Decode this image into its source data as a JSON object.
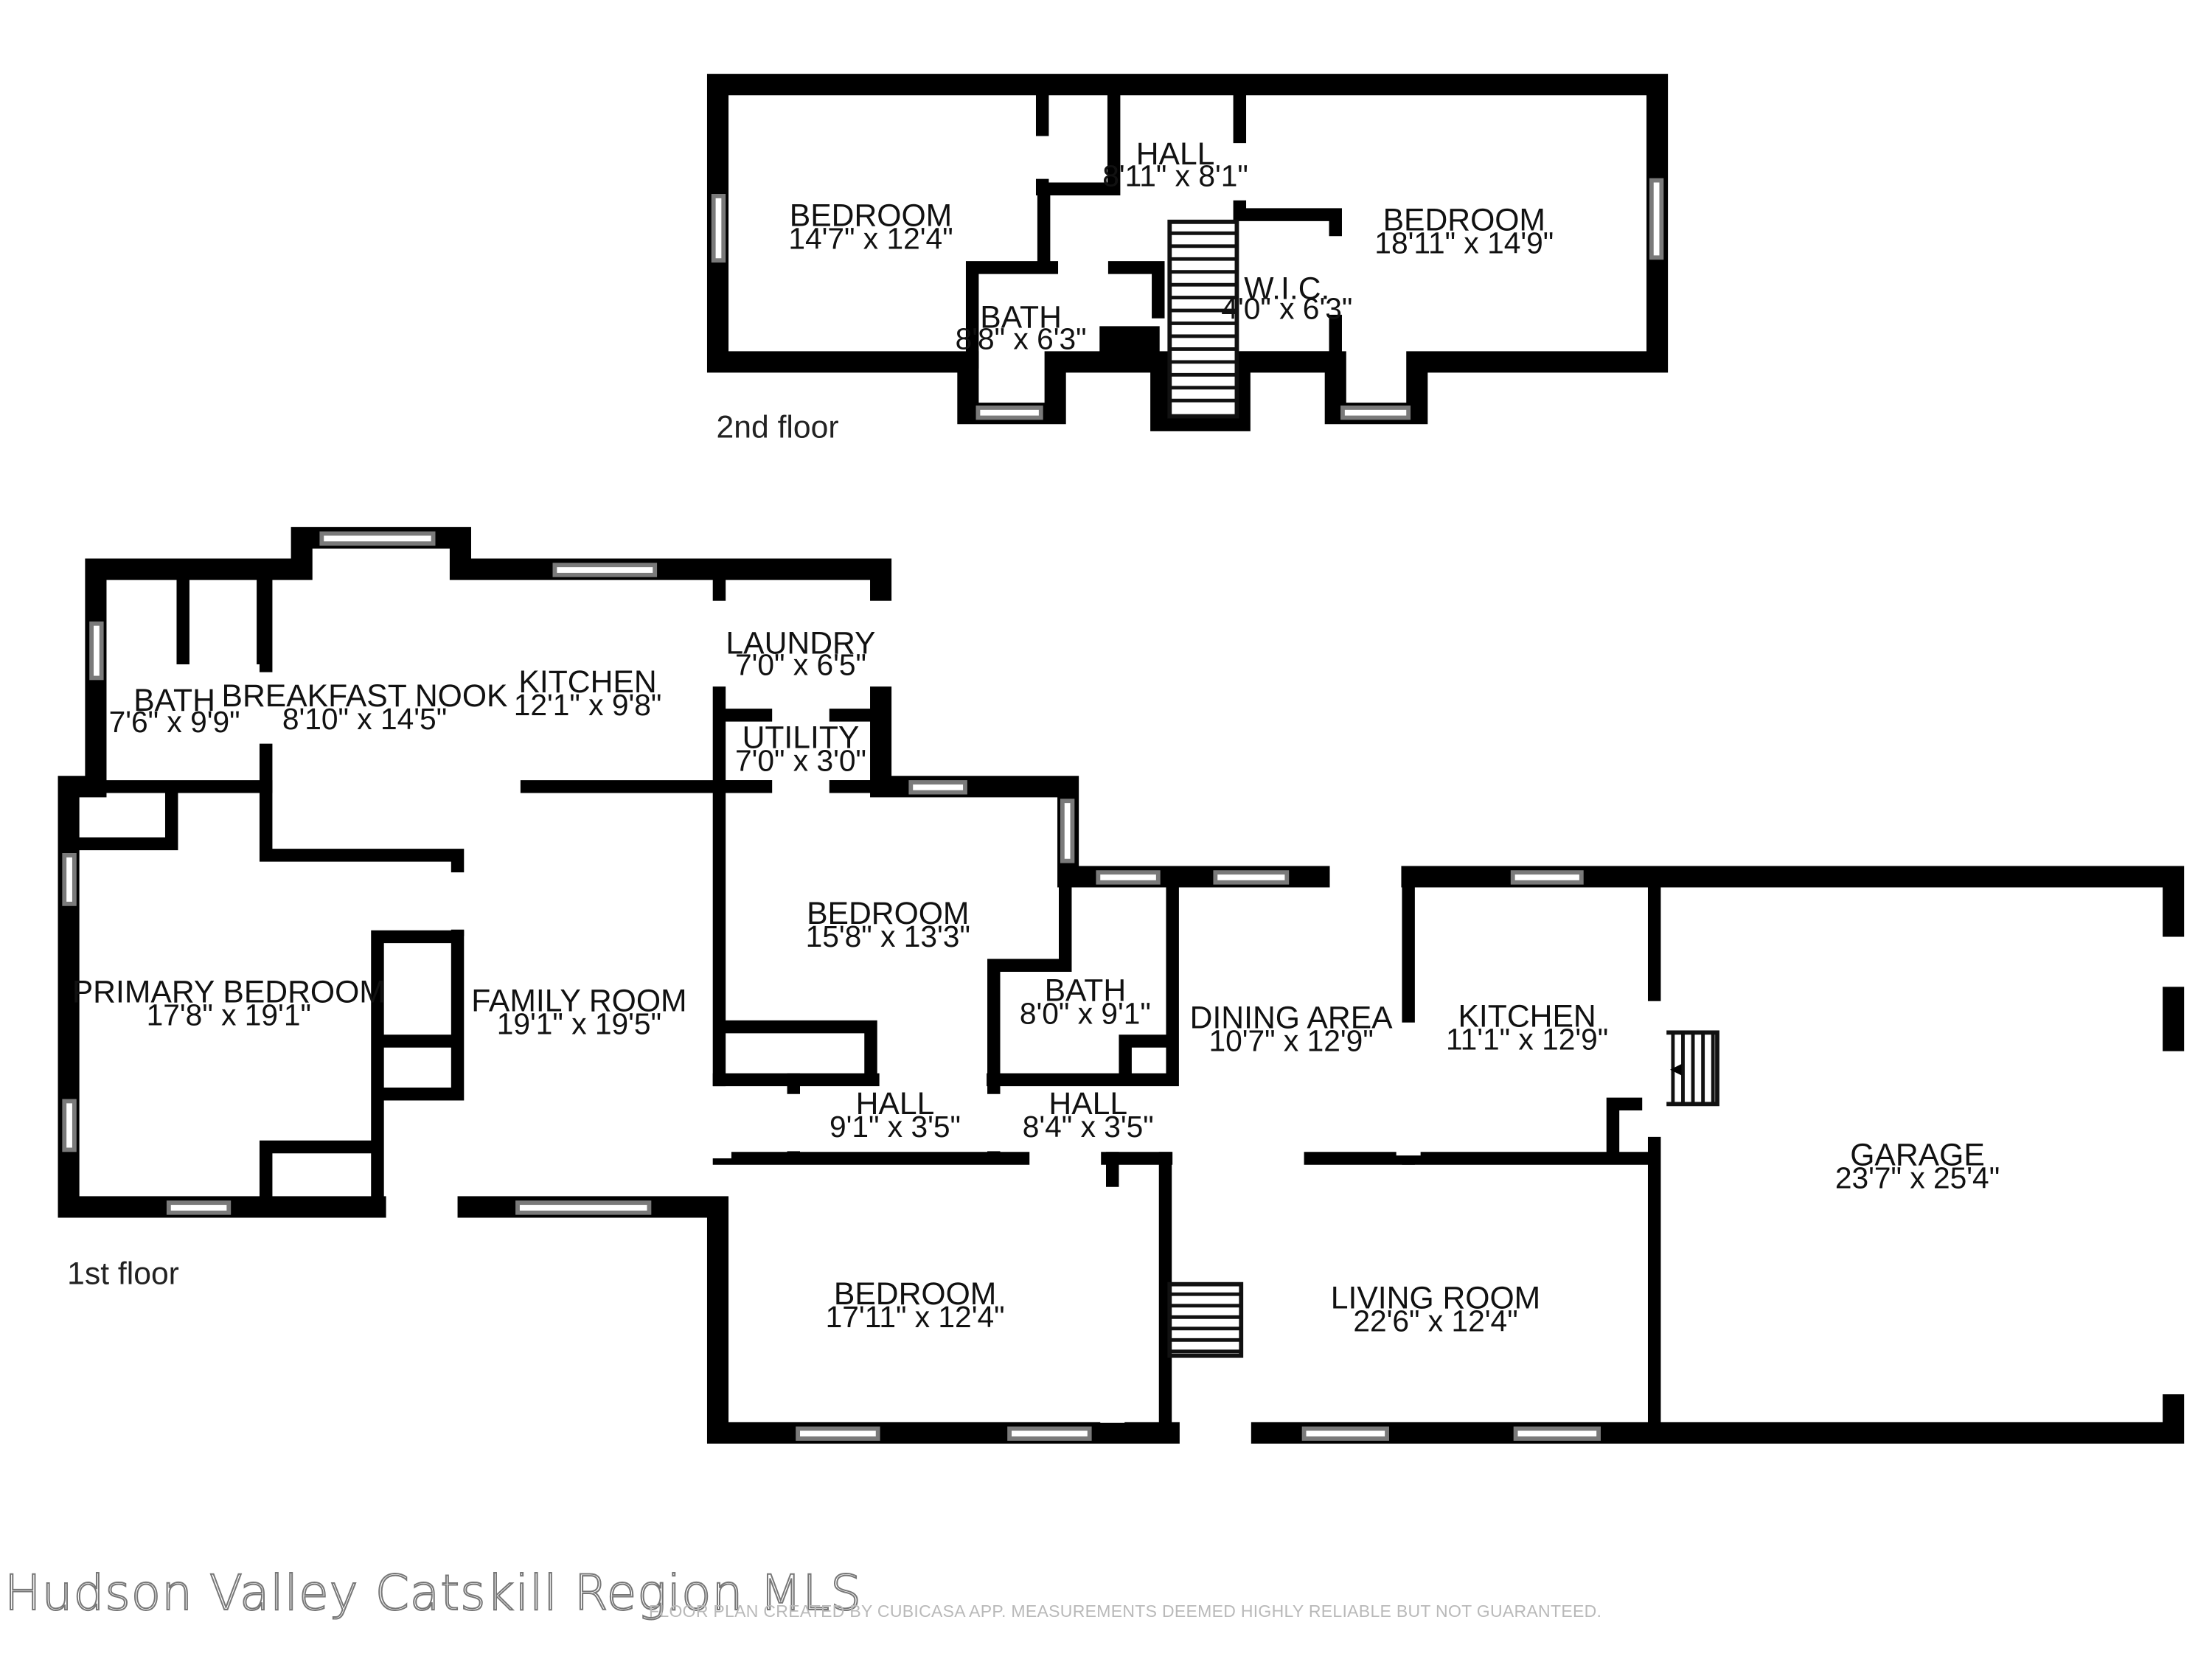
{
  "floors": {
    "second": {
      "label": "2nd floor",
      "rooms": {
        "bedroom_left": {
          "name": "BEDROOM",
          "dim": "14'7\" x 12'4\""
        },
        "hall": {
          "name": "HALL",
          "dim": "8'11\" x 8'1\""
        },
        "bedroom_right": {
          "name": "BEDROOM",
          "dim": "18'11\" x 14'9\""
        },
        "bath": {
          "name": "BATH",
          "dim": "8'8\" x 6'3\""
        },
        "wic": {
          "name": "W.I.C.",
          "dim": "4'0\" x 6'3\""
        }
      }
    },
    "first": {
      "label": "1st floor",
      "rooms": {
        "bath_left": {
          "name": "BATH",
          "dim": "7'6\" x 9'9\""
        },
        "breakfast_nook": {
          "name": "BREAKFAST NOOK",
          "dim": "8'10\" x 14'5\""
        },
        "kitchen_main": {
          "name": "KITCHEN",
          "dim": "12'1\" x 9'8\""
        },
        "laundry": {
          "name": "LAUNDRY",
          "dim": "7'0\" x 6'5\""
        },
        "utility": {
          "name": "UTILITY",
          "dim": "7'0\" x 3'0\""
        },
        "primary_bedroom": {
          "name": "PRIMARY BEDROOM",
          "dim": "17'8\" x 19'1\""
        },
        "family_room": {
          "name": "FAMILY ROOM",
          "dim": "19'1\" x 19'5\""
        },
        "bedroom_mid": {
          "name": "BEDROOM",
          "dim": "15'8\" x 13'3\""
        },
        "bath_mid": {
          "name": "BATH",
          "dim": "8'0\" x 9'1\""
        },
        "dining_area": {
          "name": "DINING AREA",
          "dim": "10'7\" x 12'9\""
        },
        "kitchen_apt": {
          "name": "KITCHEN",
          "dim": "11'1\" x 12'9\""
        },
        "garage": {
          "name": "GARAGE",
          "dim": "23'7\" x 25'4\""
        },
        "hall_a": {
          "name": "HALL",
          "dim": "9'1\" x 3'5\""
        },
        "hall_b": {
          "name": "HALL",
          "dim": "8'4\" x 3'5\""
        },
        "bedroom_bottom": {
          "name": "BEDROOM",
          "dim": "17'11\" x 12'4\""
        },
        "living_room": {
          "name": "LIVING ROOM",
          "dim": "22'6\" x 12'4\""
        }
      }
    }
  },
  "watermark": "Hudson Valley Catskill Region MLS",
  "disclaimer": "FLOOR PLAN CREATED BY CUBICASA APP. MEASUREMENTS DEEMED HIGHLY RELIABLE BUT NOT GUARANTEED."
}
